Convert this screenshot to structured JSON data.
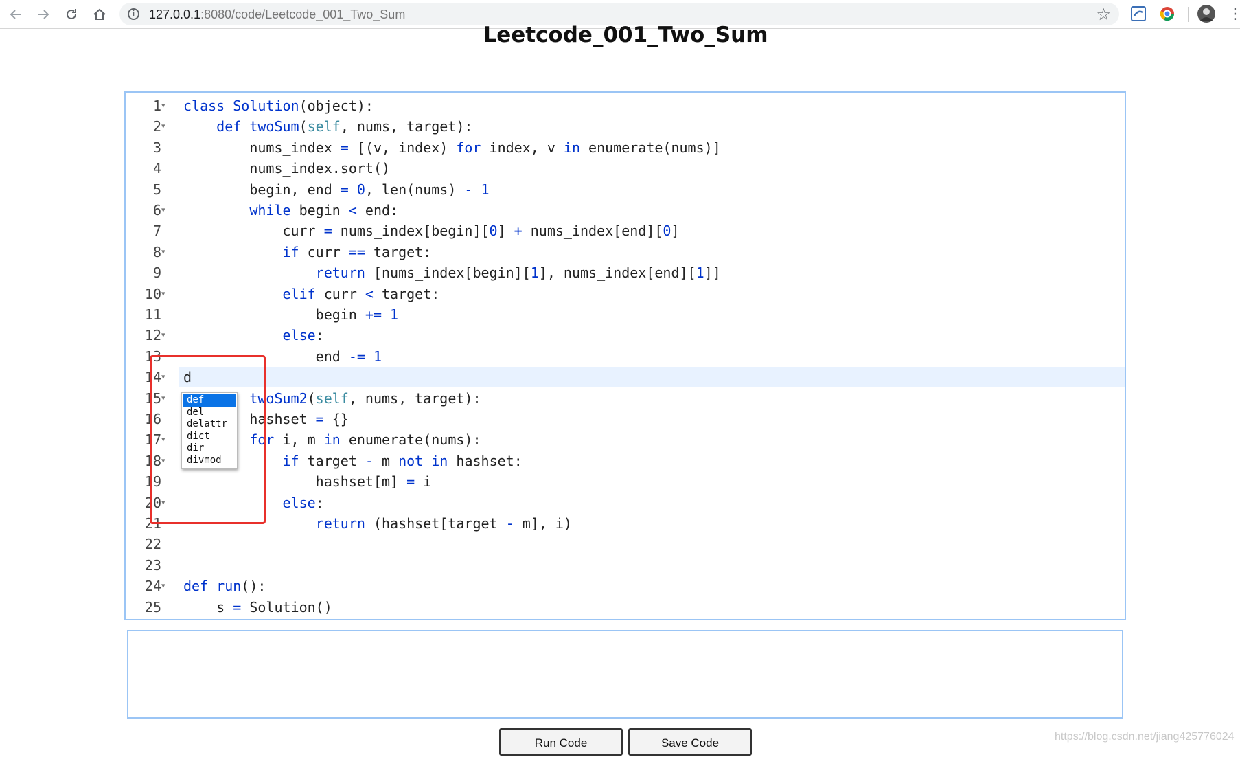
{
  "browser": {
    "url_host": "127.0.0.1",
    "url_path": ":8080/code/Leetcode_001_Two_Sum"
  },
  "page": {
    "title": "Leetcode_001_Two_Sum"
  },
  "editor": {
    "line_numbers": [
      "1",
      "2",
      "3",
      "4",
      "5",
      "6",
      "7",
      "8",
      "9",
      "10",
      "11",
      "12",
      "13",
      "14",
      "15",
      "16",
      "17",
      "18",
      "19",
      "20",
      "21",
      "22",
      "23",
      "24",
      "25"
    ],
    "fold_lines": [
      1,
      2,
      6,
      8,
      10,
      12,
      14,
      15,
      17,
      18,
      20,
      24
    ],
    "active_line": 14,
    "lines": [
      [
        [
          "kw",
          "class"
        ],
        [
          "t",
          " "
        ],
        [
          "nm",
          "Solution"
        ],
        [
          "t",
          "(object):"
        ]
      ],
      [
        [
          "t",
          "    "
        ],
        [
          "kw",
          "def"
        ],
        [
          "t",
          " "
        ],
        [
          "nm",
          "twoSum"
        ],
        [
          "t",
          "("
        ],
        [
          "self",
          "self"
        ],
        [
          "t",
          ", nums, target):"
        ]
      ],
      [
        [
          "t",
          "        nums_index "
        ],
        [
          "op",
          "="
        ],
        [
          "t",
          " [(v, index) "
        ],
        [
          "kw",
          "for"
        ],
        [
          "t",
          " index, v "
        ],
        [
          "kw",
          "in"
        ],
        [
          "t",
          " enumerate(nums)]"
        ]
      ],
      [
        [
          "t",
          "        nums_index.sort()"
        ]
      ],
      [
        [
          "t",
          "        begin, end "
        ],
        [
          "op",
          "="
        ],
        [
          "t",
          " "
        ],
        [
          "num",
          "0"
        ],
        [
          "t",
          ", len(nums) "
        ],
        [
          "op",
          "-"
        ],
        [
          "t",
          " "
        ],
        [
          "num",
          "1"
        ]
      ],
      [
        [
          "t",
          "        "
        ],
        [
          "kw",
          "while"
        ],
        [
          "t",
          " begin "
        ],
        [
          "op",
          "<"
        ],
        [
          "t",
          " end:"
        ]
      ],
      [
        [
          "t",
          "            curr "
        ],
        [
          "op",
          "="
        ],
        [
          "t",
          " nums_index[begin]["
        ],
        [
          "num",
          "0"
        ],
        [
          "t",
          "] "
        ],
        [
          "op",
          "+"
        ],
        [
          "t",
          " nums_index[end]["
        ],
        [
          "num",
          "0"
        ],
        [
          "t",
          "]"
        ]
      ],
      [
        [
          "t",
          "            "
        ],
        [
          "kw",
          "if"
        ],
        [
          "t",
          " curr "
        ],
        [
          "op",
          "=="
        ],
        [
          "t",
          " target:"
        ]
      ],
      [
        [
          "t",
          "                "
        ],
        [
          "kw",
          "return"
        ],
        [
          "t",
          " [nums_index[begin]["
        ],
        [
          "num",
          "1"
        ],
        [
          "t",
          "], nums_index[end]["
        ],
        [
          "num",
          "1"
        ],
        [
          "t",
          "]]"
        ]
      ],
      [
        [
          "t",
          "            "
        ],
        [
          "kw",
          "elif"
        ],
        [
          "t",
          " curr "
        ],
        [
          "op",
          "<"
        ],
        [
          "t",
          " target:"
        ]
      ],
      [
        [
          "t",
          "                begin "
        ],
        [
          "op",
          "+="
        ],
        [
          "t",
          " "
        ],
        [
          "num",
          "1"
        ]
      ],
      [
        [
          "t",
          "            "
        ],
        [
          "kw",
          "else"
        ],
        [
          "t",
          ":"
        ]
      ],
      [
        [
          "t",
          "                end "
        ],
        [
          "op",
          "-="
        ],
        [
          "t",
          " "
        ],
        [
          "num",
          "1"
        ]
      ],
      [
        [
          "t",
          "d"
        ]
      ],
      [
        [
          "t",
          "        "
        ],
        [
          "nm",
          "twoSum2"
        ],
        [
          "t",
          "("
        ],
        [
          "self",
          "self"
        ],
        [
          "t",
          ", nums, target):"
        ]
      ],
      [
        [
          "t",
          "        hashset "
        ],
        [
          "op",
          "="
        ],
        [
          "t",
          " {}"
        ]
      ],
      [
        [
          "t",
          "        "
        ],
        [
          "kw",
          "for"
        ],
        [
          "t",
          " i, m "
        ],
        [
          "kw",
          "in"
        ],
        [
          "t",
          " enumerate(nums):"
        ]
      ],
      [
        [
          "t",
          "            "
        ],
        [
          "kw",
          "if"
        ],
        [
          "t",
          " target "
        ],
        [
          "op",
          "-"
        ],
        [
          "t",
          " m "
        ],
        [
          "kw",
          "not"
        ],
        [
          "t",
          " "
        ],
        [
          "kw",
          "in"
        ],
        [
          "t",
          " hashset:"
        ]
      ],
      [
        [
          "t",
          "                hashset[m] "
        ],
        [
          "op",
          "="
        ],
        [
          "t",
          " i"
        ]
      ],
      [
        [
          "t",
          "            "
        ],
        [
          "kw",
          "else"
        ],
        [
          "t",
          ":"
        ]
      ],
      [
        [
          "t",
          "                "
        ],
        [
          "kw",
          "return"
        ],
        [
          "t",
          " (hashset[target "
        ],
        [
          "op",
          "-"
        ],
        [
          "t",
          " m], i)"
        ]
      ],
      [
        [
          "t",
          ""
        ]
      ],
      [
        [
          "t",
          ""
        ]
      ],
      [
        [
          "kw",
          "def"
        ],
        [
          "t",
          " "
        ],
        [
          "nm",
          "run"
        ],
        [
          "t",
          "():"
        ]
      ],
      [
        [
          "t",
          "    s "
        ],
        [
          "op",
          "="
        ],
        [
          "t",
          " Solution()"
        ]
      ]
    ]
  },
  "autocomplete": {
    "items": [
      "def",
      "del",
      "delattr",
      "dict",
      "dir",
      "divmod"
    ],
    "selected_index": 0
  },
  "buttons": {
    "run": "Run Code",
    "save": "Save Code"
  },
  "watermark": "https://blog.csdn.net/jiang425776024",
  "colors": {
    "keyword": "#0033cc",
    "self": "#3a8ba0",
    "highlight": "#e8302b",
    "border": "#9bc5f5"
  }
}
